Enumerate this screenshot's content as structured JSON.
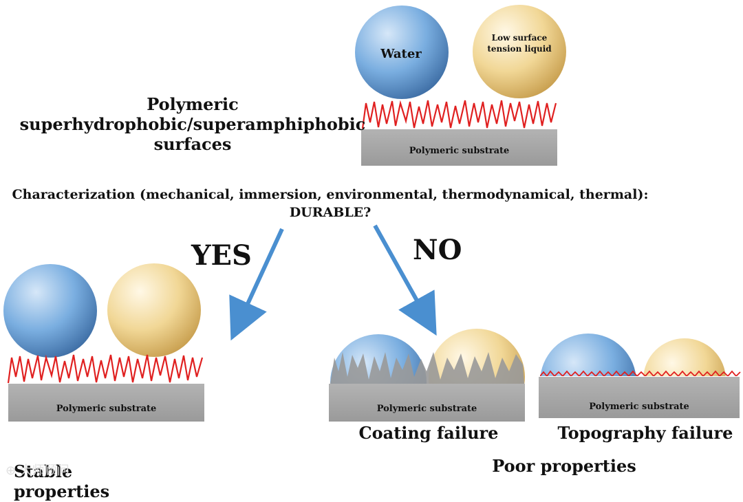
{
  "title": "Polymeric superhydrophobic/superamphiphobic surfaces",
  "characterization": "Characterization (mechanical, immersion, environmental, thermodynamical, thermal):",
  "durable": "DURABLE?",
  "yes": "YES",
  "no": "NO",
  "droplets": {
    "water": "Water",
    "low_surface": "Low surface tension liquid"
  },
  "substrate": "Polymeric substrate",
  "coating_failure": "Coating failure",
  "topography_failure": "Topography failure",
  "stable": "Stable properties",
  "poor": "Poor properties",
  "watermark": "⊕ 大师顾问",
  "colors": {
    "water": "#6fa3dc",
    "liquid": "#f0d38f",
    "substrate": "#a6a6a6",
    "roughness": "#e02020",
    "arrow": "#4a8fd0"
  }
}
